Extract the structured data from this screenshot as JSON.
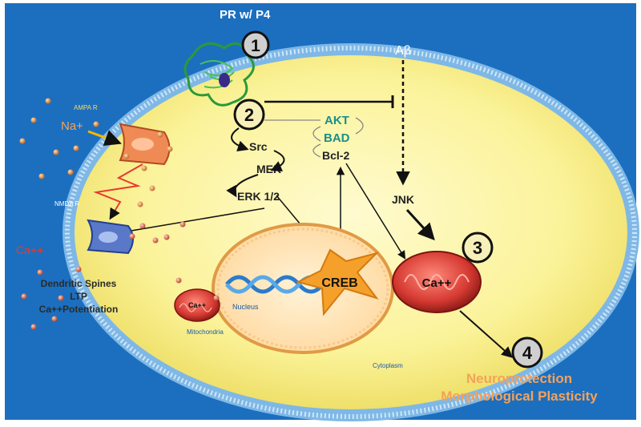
{
  "labels": {
    "pr_p4": "PR w/ P4",
    "abeta": "Aβ",
    "ampa": "AMPA R",
    "na": "Na+",
    "nmda": "NMDA R",
    "ca_ext": "Ca++",
    "dendritic": "Dendritic Spines",
    "ltp": "LTP",
    "potentiation": "Ca++Potentiation",
    "akt": "AKT",
    "bad": "BAD",
    "bcl2": "Bcl-2",
    "src": "Src",
    "mek": "MEK",
    "erk": "ERK 1/2",
    "jnk": "JNK",
    "creb": "CREB",
    "nucleus": "Nucleus",
    "mito_small_ca": "Ca++",
    "mitochondria": "Mitochondria",
    "mito_big_ca": "Ca++",
    "cytoplasm": "Cytoplasm",
    "neuroprotection": "Neuroprotection",
    "morphological": "Morphological Plasticity"
  },
  "steps": [
    "1",
    "2",
    "3",
    "4"
  ],
  "colors": {
    "background": "#1c6fbf",
    "cell": "#fbf39a",
    "akt_bad": "#1a8f88",
    "outcome": "#f5a25a",
    "ca_red": "#e8392e",
    "mito": "#d63a32"
  }
}
